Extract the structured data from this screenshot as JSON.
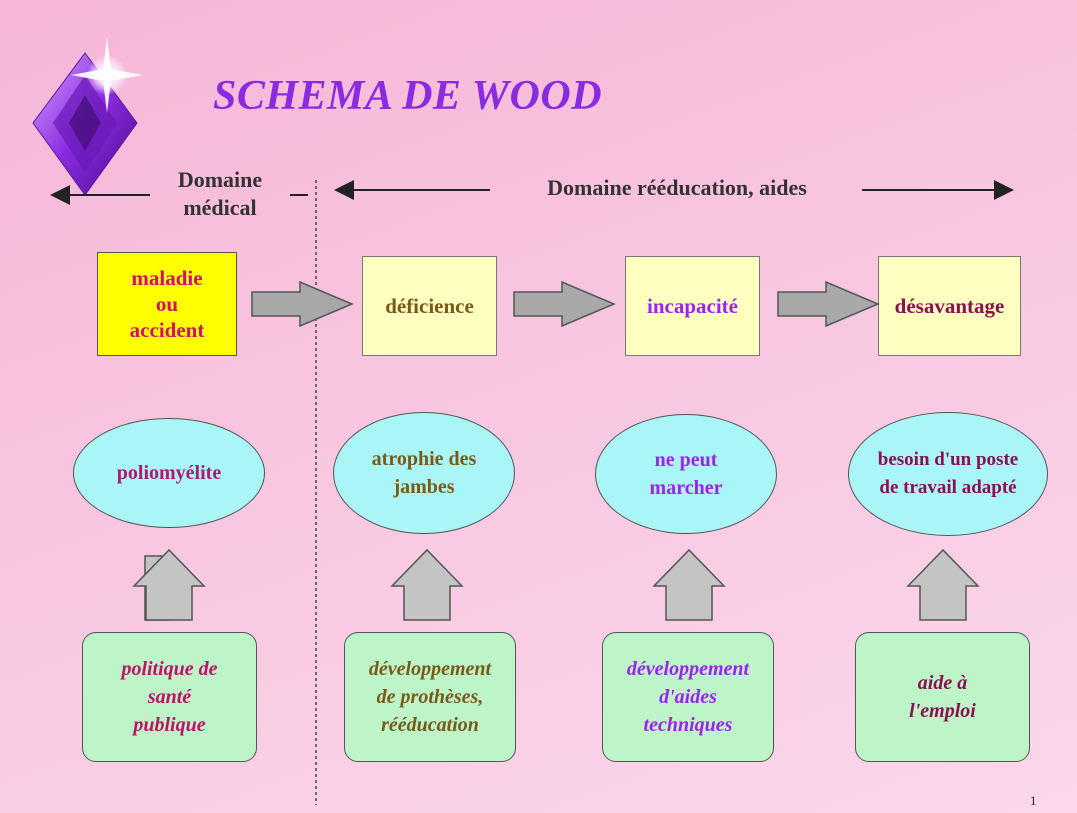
{
  "title": "SCHEMA DE WOOD",
  "domains": {
    "medical": "Domaine\nmédical",
    "reeducation": "Domaine rééducation, aides"
  },
  "stages": [
    {
      "label": "maladie\nou\naccident",
      "color": "#d0106a"
    },
    {
      "label": "déficience",
      "color": "#7a5a1a"
    },
    {
      "label": "incapacité",
      "color": "#a020f0"
    },
    {
      "label": "désavantage",
      "color": "#8b1050"
    }
  ],
  "examples": [
    {
      "label": "poliomyélite",
      "color": "#b01a6e"
    },
    {
      "label": "atrophie des\njambes",
      "color": "#7a5a1a"
    },
    {
      "label": "ne peut\nmarcher",
      "color": "#a020f0"
    },
    {
      "label": "besoin d'un poste\nde travail adapté",
      "color": "#8b1050"
    }
  ],
  "responses": [
    {
      "label": "politique de\nsanté\npublique",
      "color": "#c0106a"
    },
    {
      "label": "développement\nde prothèses,\nrééducation",
      "color": "#7a5a1a"
    },
    {
      "label": "développement\nd'aides\ntechniques",
      "color": "#a020f0"
    },
    {
      "label": "aide à\nl'emploi",
      "color": "#8b1050"
    }
  ],
  "page_number": "1",
  "icon": "purple-diamond-star-icon"
}
